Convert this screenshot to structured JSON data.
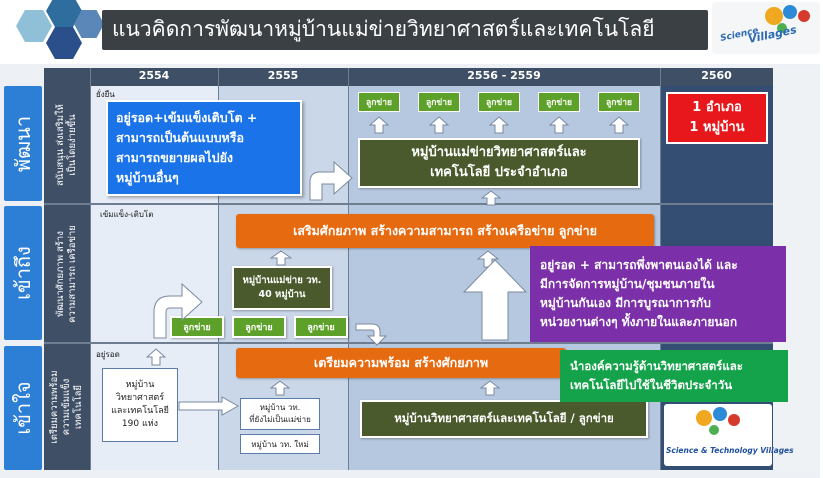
{
  "header": {
    "title": "แนวคิดการพัฒนาหมู่บ้านแม่ข่ายวิทยาศาสตร์และเทคโนโลยี",
    "logo_text": "Villages",
    "logo_small": "Science"
  },
  "columns": {
    "c1": "2554",
    "c2": "2555",
    "c3": "2556 - 2559",
    "c4": "2560"
  },
  "rows": {
    "r1_main": "พัฒนา",
    "r1_sub": "สนับสนุน ส่งเสริมให้\nเป็นโดยง่ายขึ้น",
    "r2_main": "เข้าถึง",
    "r2_sub": "พัฒนาศักยภาพ สร้าง\nความสามารถ เครือข่าย",
    "r3_main": "เข้าใจ",
    "r3_sub": "เตรียมความพร้อม\nความเข้มแข็ง\nเทคโนโลยี"
  },
  "stage_labels": {
    "r1": "ยั่งยืน",
    "r2": "เข้มแข็ง-เติบโต",
    "r3": "อยู่รอด"
  },
  "row1": {
    "blue_box": [
      "อยู่รอด+เข้มแข็งเติบโต +",
      "สามารถเป็นต้นแบบหรือ",
      "สามารถขยายผลไปยัง",
      "หมู่บ้านอื่นๆ"
    ],
    "children": [
      "ลูกข่าย",
      "ลูกข่าย",
      "ลูกข่าย",
      "ลูกข่าย",
      "ลูกข่าย"
    ],
    "hub_box": [
      "หมู่บ้านแม่ข่ายวิทยาศาสตร์และ",
      "เทคโนโลยี ประจำอำเภอ"
    ],
    "red_box": [
      "1 อำเภอ",
      "1 หมู่บ้าน"
    ]
  },
  "row2": {
    "orange_bar": "เสริมศักยภาพ สร้างความสามารถ สร้างเครือข่าย ลูกข่าย",
    "hub_small": [
      "หมู่บ้านแม่ข่าย วท.",
      "40 หมู่บ้าน"
    ],
    "children": [
      "ลูกข่าย",
      "ลูกข่าย",
      "ลูกข่าย"
    ],
    "purple_box": [
      "อยู่รอด + สามารถพึ่งพาตนเองได้ และ",
      "มีการจัดการหมู่บ้าน/ชุมชนภายใน",
      "หมู่บ้านกันเอง มีการบูรณาการกับ",
      "หน่วยงานต่างๆ ทั้งภายในและภายนอก"
    ]
  },
  "row3": {
    "orange_bar": "เตรียมความพร้อม สร้างศักยภาพ",
    "left_box": [
      "หมู่บ้าน",
      "วิทยาศาสตร์",
      "และเทคโนโลยี",
      "190 แห่ง"
    ],
    "mid_box_1": [
      "หมู่บ้าน วท.",
      "ที่ยังไม่เป็นแม่ข่าย"
    ],
    "mid_box_2": "หมู่บ้าน วท. ใหม่",
    "bottom_bar": "หมู่บ้านวิทยาศาสตร์และเทคโนโลยี / ลูกข่าย",
    "green_box": [
      "นำองค์ความรู้ด้านวิทยาศาสตร์และ",
      "เทคโนโลยีไปใช้ในชีวิตประจำวัน"
    ],
    "logo_caption": "Science & Technology Villages"
  }
}
